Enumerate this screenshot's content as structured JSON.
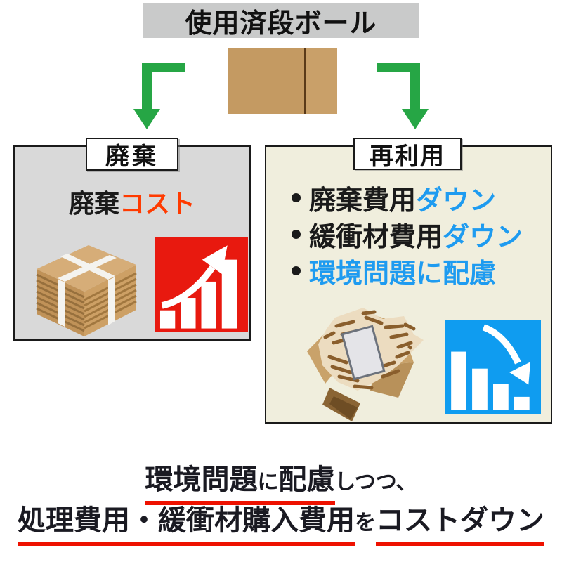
{
  "header": {
    "title": "使用済段ボール"
  },
  "colors": {
    "header_bg": "#c9caca",
    "disposal_panel_bg": "#d9d9d9",
    "reuse_panel_bg": "#f0eedd",
    "arrow_green": "#26a645",
    "cost_red": "#ff3a00",
    "accent_blue": "#1e9bf0",
    "chart_up_bg": "#e8190f",
    "chart_down_bg": "#0f9cf0",
    "underline_red": "#ee1100",
    "cardboard_tan": "#c49a62"
  },
  "icons": {
    "flat_cardboard": "flattened-cardboard-icon",
    "left_arrow": "elbow-down-arrow-icon",
    "right_arrow": "elbow-down-arrow-icon",
    "stack": "strapped-cardboard-stack-icon",
    "chart_up": "cost-rising-bar-chart-icon",
    "packaging": "box-with-shredded-cushioning-icon",
    "chart_down": "cost-falling-bar-chart-icon"
  },
  "disposal_panel": {
    "label": "廃棄",
    "caption_black": "廃棄",
    "caption_red": "コスト"
  },
  "reuse_panel": {
    "label": "再利用",
    "bullets": [
      {
        "black": "廃棄費用",
        "blue": "ダウン"
      },
      {
        "black": "緩衝材費用",
        "blue": "ダウン"
      },
      {
        "black": "",
        "blue": "環境問題に配慮"
      }
    ]
  },
  "footer": {
    "line1": {
      "big1": "環境問題",
      "small1": "に",
      "big2": "配慮",
      "tail": "しつつ、"
    },
    "line2": {
      "main": "処理費用・緩衝材購入費用",
      "particle": "を",
      "highlight": "コストダウン"
    }
  }
}
